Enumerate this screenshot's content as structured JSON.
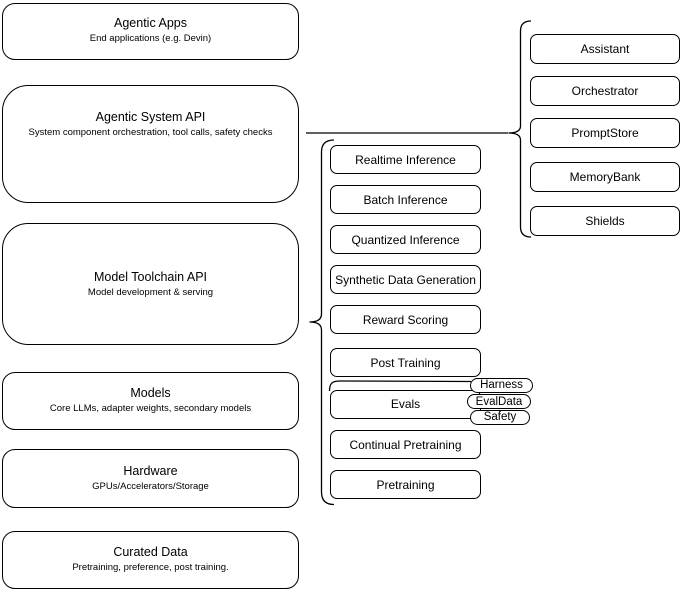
{
  "colors": {
    "border": "#000000",
    "background": "#ffffff",
    "text": "#000000"
  },
  "left_stack": [
    {
      "title": "Agentic Apps",
      "subtitle": "End applications (e.g. Devin)"
    },
    {
      "title": "Agentic System API",
      "subtitle": "System component orchestration, tool calls, safety checks"
    },
    {
      "title": "Model Toolchain API",
      "subtitle": "Model development & serving"
    },
    {
      "title": "Models",
      "subtitle": "Core LLMs, adapter weights, secondary models"
    },
    {
      "title": "Hardware",
      "subtitle": "GPUs/Accelerators/Storage"
    },
    {
      "title": "Curated Data",
      "subtitle": "Pretraining, preference, post training."
    }
  ],
  "toolchain_group": {
    "items": [
      "Realtime Inference",
      "Batch Inference",
      "Quantized Inference",
      "Synthetic Data Generation",
      "Reward Scoring",
      "Post Training",
      "Evals",
      "Continual Pretraining",
      "Pretraining"
    ]
  },
  "system_group": {
    "items": [
      "Assistant",
      "Orchestrator",
      "PromptStore",
      "MemoryBank",
      "Shields"
    ]
  },
  "eval_tags": [
    "Harness",
    "EvalData",
    "Safety"
  ]
}
